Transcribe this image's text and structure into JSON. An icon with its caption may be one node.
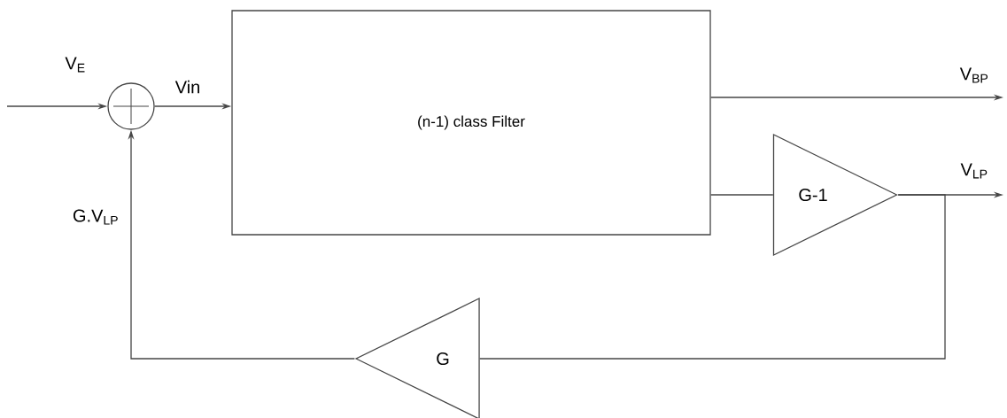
{
  "diagram": {
    "nodes": [
      {
        "text": [],
        "shape": "circle"
      },
      {
        "text": [
          "(n-1) class Filter"
        ]
      },
      {
        "text": [
          "G-1"
        ]
      },
      {
        "text": [
          "G"
        ]
      }
    ],
    "edges": [
      {
        "from": null,
        "to": 0,
        "arrow": "to",
        "label": "V$_{E}$"
      },
      {
        "from": 0,
        "to": 1,
        "arrow": "to",
        "label": "Vin"
      },
      {
        "from": 1,
        "to": null,
        "arrow": "to",
        "label": "V$_{BP}$"
      },
      {
        "from": 1,
        "to": 2,
        "arrow": "none"
      },
      {
        "from": 2,
        "to": null,
        "arrow": "to",
        "label": "V$_{LP}$"
      },
      {
        "from": 2,
        "to": 3,
        "arrow": "none"
      },
      {
        "from": 3,
        "to": 0,
        "arrow": "to",
        "label": "G.V$_{LP}$"
      }
    ]
  }
}
